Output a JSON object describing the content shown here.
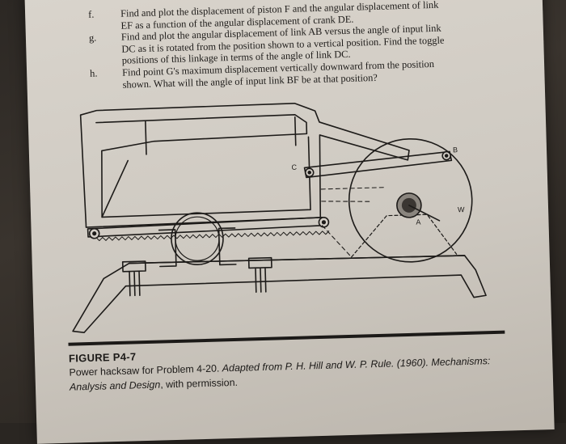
{
  "problems": [
    {
      "label": "f.",
      "lines": [
        "Find and plot the displacement of piston F and the angular displacement of link",
        "EF as a function of the angular displacement of crank DE."
      ]
    },
    {
      "label": "g.",
      "lines": [
        "Find and plot the angular displacement of link AB versus the angle of input link",
        "DC as it is rotated from the position shown to a vertical position. Find the toggle",
        "positions of this linkage in terms of the angle of link DC."
      ]
    },
    {
      "label": "h.",
      "lines": [
        "Find point G's maximum displacement vertically downward from the position",
        "shown. What will the angle of input link BF be at that position?"
      ]
    }
  ],
  "figure": {
    "point_labels": {
      "b": "B",
      "c": "C",
      "a": "A",
      "w": "W"
    }
  },
  "caption": {
    "title": "FIGURE P4-7",
    "line1_normal": "Power hacksaw for Problem 4-20. ",
    "line1_italic": "Adapted from P. H. Hill and W. P. Rule. (1960). Mechanisms:",
    "line2_italic": "Analysis and Design",
    "line2_normal": ", with permission."
  },
  "colors": {
    "ink": "#1d1b19",
    "paper": "#d4cfc7"
  }
}
